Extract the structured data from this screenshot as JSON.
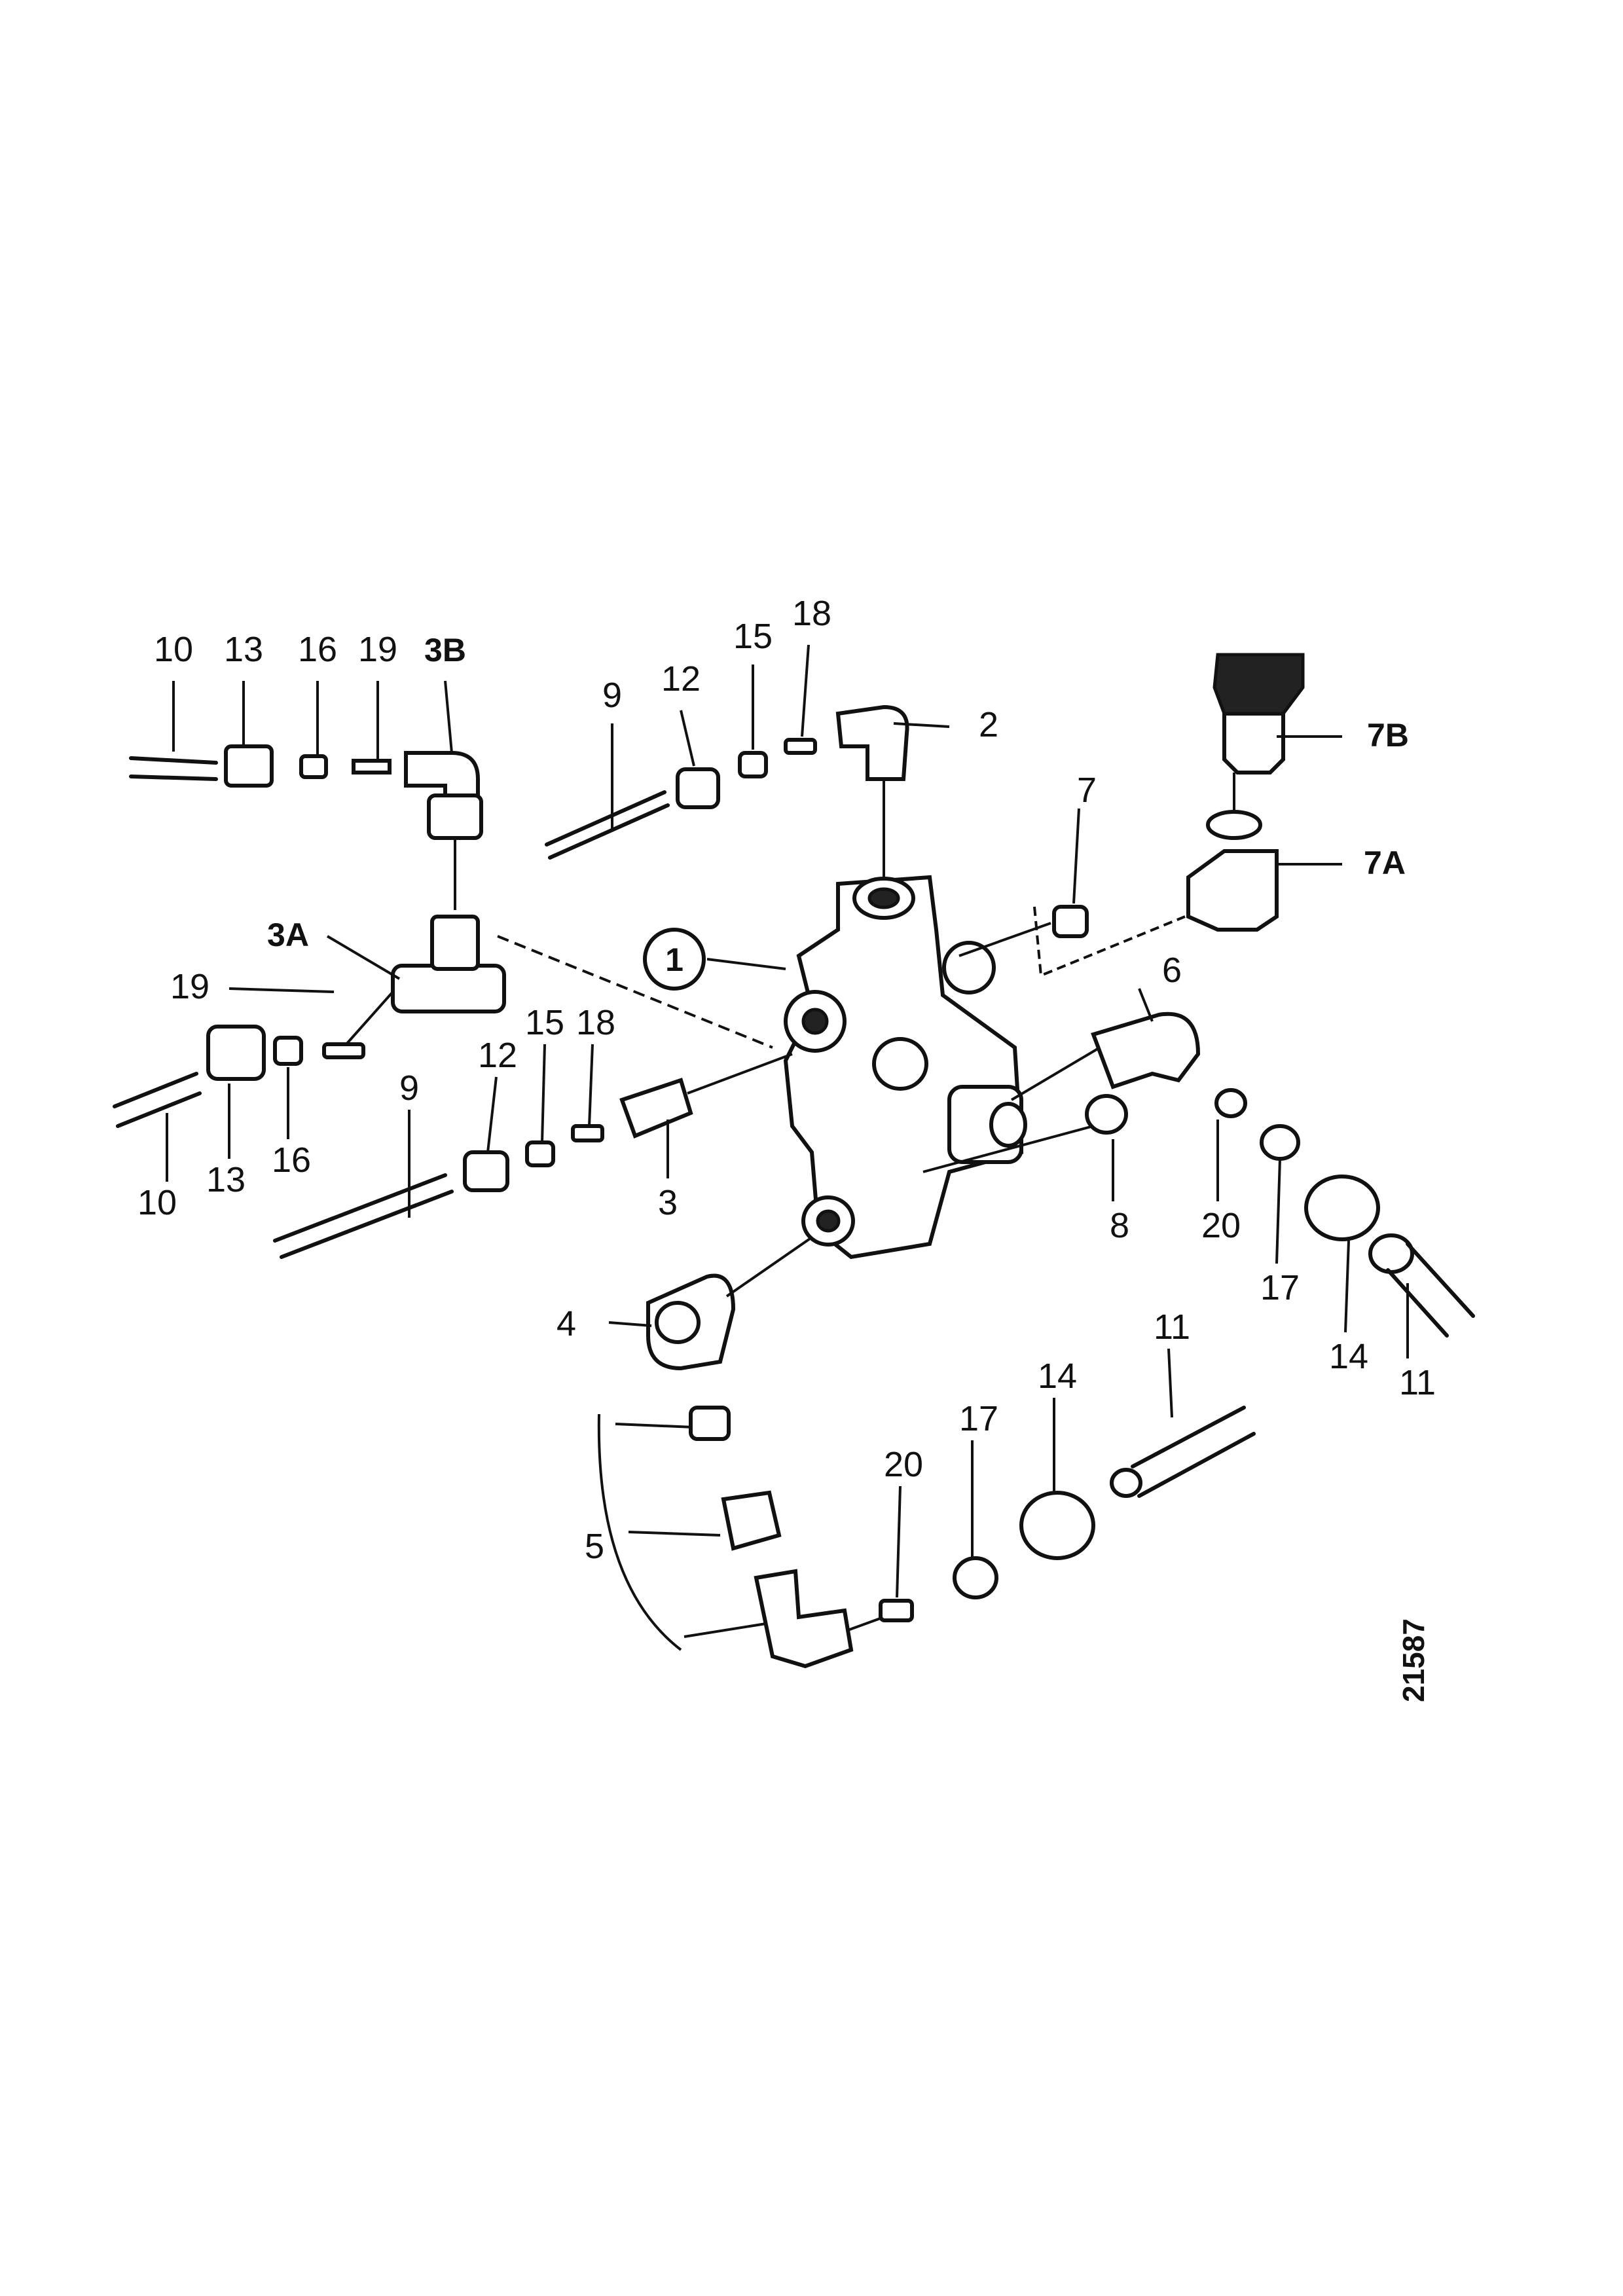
{
  "figure_ref": "21587",
  "labels": {
    "top_left_row": [
      "10",
      "13",
      "16",
      "19",
      "3B"
    ],
    "l_3A": "3A",
    "l_19_left": "19",
    "l_10_bl": "10",
    "l_13_bl": "13",
    "l_16_bl": "16",
    "l_9_top": "9",
    "l_12_top": "12",
    "l_15_top": "15",
    "l_18_top": "18",
    "l_2": "2",
    "l_7": "7",
    "l_7A": "7A",
    "l_7B": "7B",
    "l_1": "1",
    "l_6": "6",
    "l_9_mid": "9",
    "l_12_mid": "12",
    "l_15_mid": "15",
    "l_18_mid": "18",
    "l_3": "3",
    "l_8": "8",
    "l_20_r": "20",
    "l_17_r": "17",
    "l_14_r": "14",
    "l_11_r": "11",
    "l_4": "4",
    "l_5": "5",
    "l_20_b": "20",
    "l_17_b": "17",
    "l_14_b": "14",
    "l_11_b": "11"
  }
}
